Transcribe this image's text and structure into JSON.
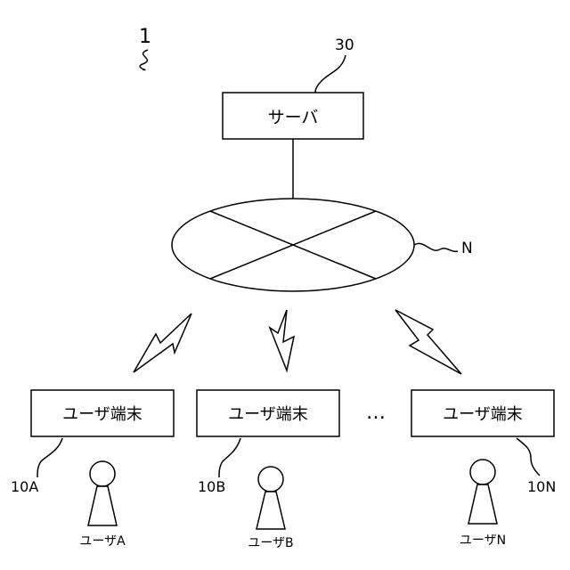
{
  "system": {
    "ref": "1"
  },
  "server": {
    "label": "サーバ",
    "ref": "30"
  },
  "network": {
    "ref": "N"
  },
  "ellipsis": "…",
  "terminals": [
    {
      "label": "ユーザ端末",
      "ref": "10A",
      "user": "ユーザA"
    },
    {
      "label": "ユーザ端末",
      "ref": "10B",
      "user": "ユーザB"
    },
    {
      "label": "ユーザ端末",
      "ref": "10N",
      "user": "ユーザN"
    }
  ]
}
